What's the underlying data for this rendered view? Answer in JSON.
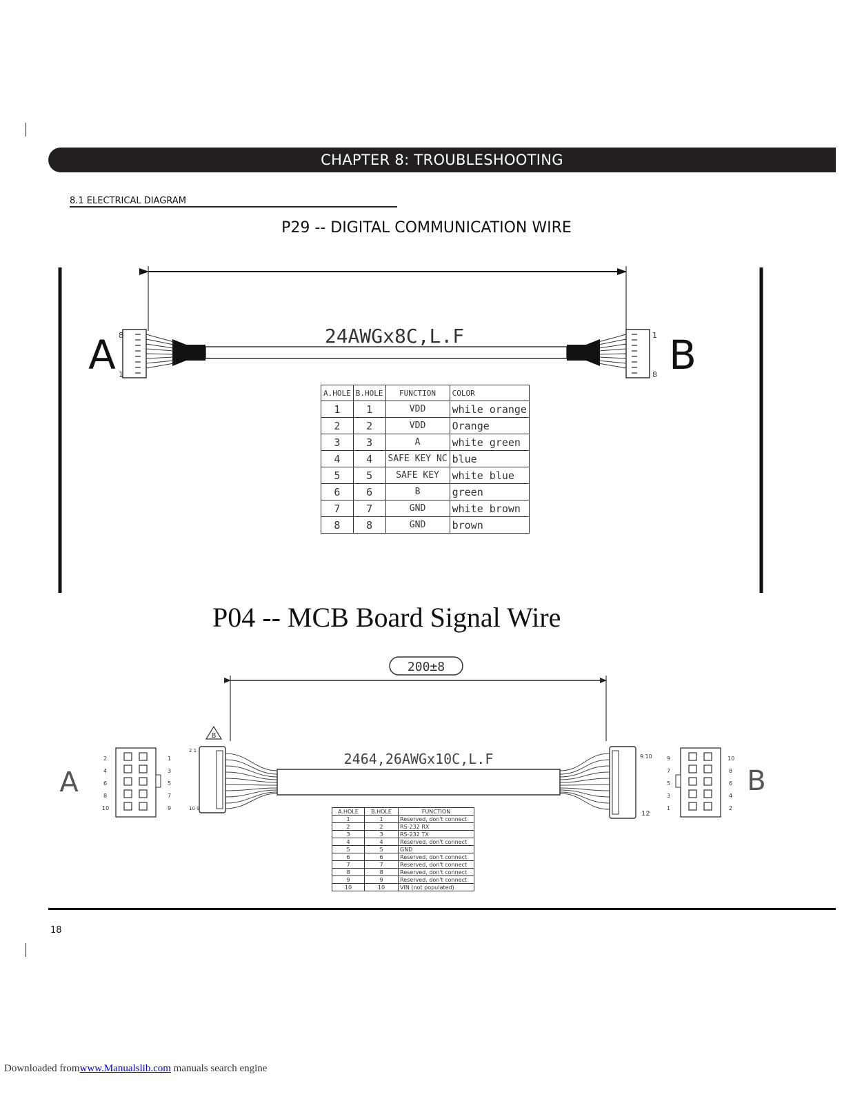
{
  "header": {
    "chapter_title": "CHAPTER 8: TROUBLESHOOTING"
  },
  "section": {
    "heading": "8.1 ELECTRICAL DIAGRAM"
  },
  "p29": {
    "title": "P29 -- DIGITAL COMMUNICATION WIRE",
    "wire_spec": "24AWGx8C,L.F",
    "end_a_label": "A",
    "end_b_label": "B",
    "a_pin_top": "8",
    "a_pin_bottom": "1",
    "b_pin_top": "1",
    "b_pin_bottom": "8",
    "table": {
      "headers": [
        "A.HOLE",
        "B.HOLE",
        "FUNCTION",
        "COLOR"
      ],
      "rows": [
        [
          "1",
          "1",
          "VDD",
          "while orange"
        ],
        [
          "2",
          "2",
          "VDD",
          "Orange"
        ],
        [
          "3",
          "3",
          "A",
          "white green"
        ],
        [
          "4",
          "4",
          "SAFE KEY NC",
          "blue"
        ],
        [
          "5",
          "5",
          "SAFE KEY",
          "white blue"
        ],
        [
          "6",
          "6",
          "B",
          "green"
        ],
        [
          "7",
          "7",
          "GND",
          "white brown"
        ],
        [
          "8",
          "8",
          "GND",
          "brown"
        ]
      ]
    }
  },
  "p04": {
    "title": "P04 -- MCB Board Signal Wire",
    "length_label": "200±8",
    "wire_spec": "2464,26AWGx10C,L.F",
    "end_a_label": "A",
    "end_b_label": "B",
    "note_marker": "B",
    "a_left_pins": [
      "2",
      "4",
      "6",
      "8",
      "10"
    ],
    "a_right_pins": [
      "1",
      "3",
      "5",
      "7",
      "9"
    ],
    "b_left_pins": [
      "9",
      "7",
      "5",
      "3",
      "1"
    ],
    "b_right_pins": [
      "10",
      "8",
      "6",
      "4",
      "2"
    ],
    "plug_a_top": "2 1",
    "plug_a_bottom": "10 9",
    "plug_b_top": "9 10",
    "plug_b_bottom": "12",
    "table": {
      "headers": [
        "A.HOLE",
        "B.HOLE",
        "FUNCTION"
      ],
      "rows": [
        [
          "1",
          "1",
          "Reserved, don't connect"
        ],
        [
          "2",
          "2",
          "RS-232 RX"
        ],
        [
          "3",
          "3",
          "RS-232 TX"
        ],
        [
          "4",
          "4",
          "Reserved, don't connect"
        ],
        [
          "5",
          "5",
          "GND"
        ],
        [
          "6",
          "6",
          "Reserved, don't connect"
        ],
        [
          "7",
          "7",
          "Reserved, don't connect"
        ],
        [
          "8",
          "8",
          "Reserved, don't connect"
        ],
        [
          "9",
          "9",
          "Reserved, don't connect"
        ],
        [
          "10",
          "10",
          "VIN (not populated)"
        ]
      ]
    }
  },
  "footer": {
    "page_number": "18",
    "prefix": "Downloaded from",
    "link_text": "www.Manualslib.com",
    "suffix": " manuals search engine"
  }
}
